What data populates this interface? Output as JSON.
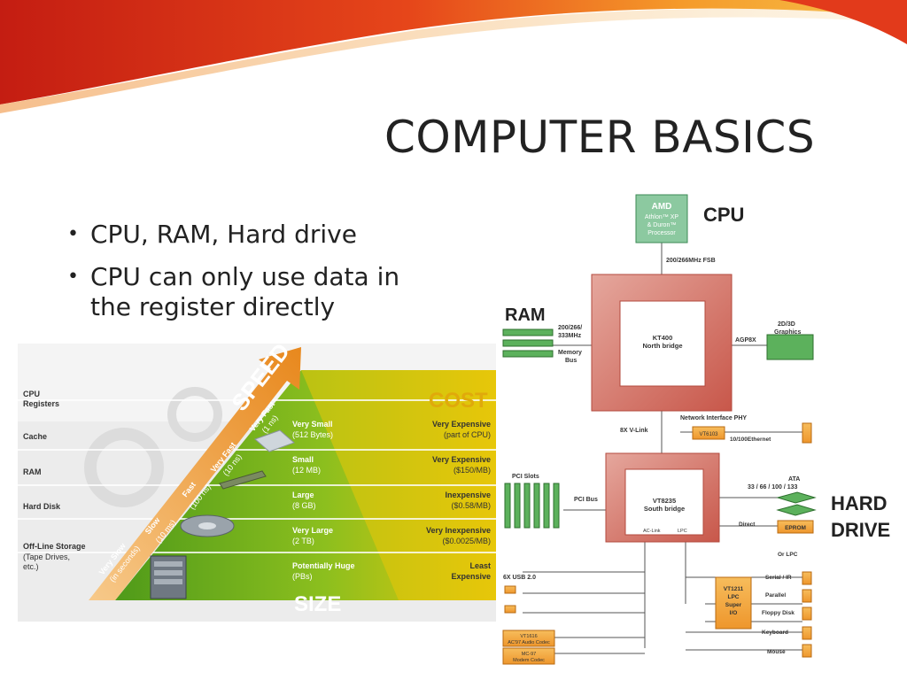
{
  "slide": {
    "title": "COMPUTER BASICS",
    "bullets": [
      "CPU, RAM, Hard drive",
      "CPU can only use data in the register directly"
    ]
  },
  "colors": {
    "swoosh_red": "#d8281b",
    "swoosh_orange": "#f08a1e",
    "pyramid_green": "#5aa01e",
    "pyramid_yellow": "#e3c20a",
    "chip_red": "#c8574a",
    "orange_box": "#f2a13c"
  },
  "pyramid": {
    "speed_label": "SPEED",
    "cost_label": "COST",
    "size_label": "SIZE",
    "levels": [
      {
        "name": "CPU\nRegisters",
        "speed": "Very Fast\n(1 ns)",
        "size": "Very Small\n(512 Bytes)",
        "cost": "Very Expensive\n(part of CPU)"
      },
      {
        "name": "Cache",
        "speed": "Very Fast\n(10 ns)",
        "size": "Small\n(12 MB)",
        "cost": "Very Expensive\n($150/MB)"
      },
      {
        "name": "RAM",
        "speed": "Fast\n(100 ns)",
        "size": "Large\n(8 GB)",
        "cost": "Inexpensive\n($0.58/MB)"
      },
      {
        "name": "Hard Disk",
        "speed": "Slow\n(10 ms)",
        "size": "Very Large\n(2 TB)",
        "cost": "Very Inexpensive\n($0.0025/MB)"
      },
      {
        "name": "Off-Line Storage\n(Tape Drives,\netc.)",
        "speed": "Very Slow\n(in seconds)",
        "size": "Potentially Huge\n(PBs)",
        "cost": "Least\nExpensive"
      }
    ]
  },
  "motherboard": {
    "cpu_label": "CPU",
    "ram_label": "RAM",
    "hdd_label": "HARD\nDRIVE",
    "cpu_chip": "AMD\nAthlon™ XP\n& Duron™\nProcessor",
    "fsb": "200/266MHz FSB",
    "mem_bus": "200/266/\n333MHz\nMemory\nBus",
    "north": "KT400\nNorth bridge",
    "agp": "AGP8X",
    "graphics": "2D/3D\nGraphics",
    "netphy": "Network Interface PHY",
    "vlink": "8X V-Link",
    "vt6103": "VT6103",
    "ethernet": "10/100Ethernet",
    "pci_slots": "PCI Slots",
    "pci_bus": "PCI Bus",
    "south": "VT8235\nSouth bridge",
    "ata": "ATA\n33 / 66 / 100 / 133",
    "direct": "Direct",
    "eprom": "EPROM",
    "or_lpc": "Or LPC",
    "aclink": "AC-Link",
    "lpc": "LPC",
    "usb": "6X USB 2.0",
    "vt1211": "VT1211\nLPC\nSuper\nI/O",
    "serial": "Serial / IR",
    "parallel": "Parallel",
    "floppy": "Floppy Disk",
    "keyboard": "Keyboard",
    "mouse": "Mouse",
    "vt1616": "VT1616\nAC'97 Audio Codec",
    "mc97": "MC-97\nModem Codec"
  }
}
